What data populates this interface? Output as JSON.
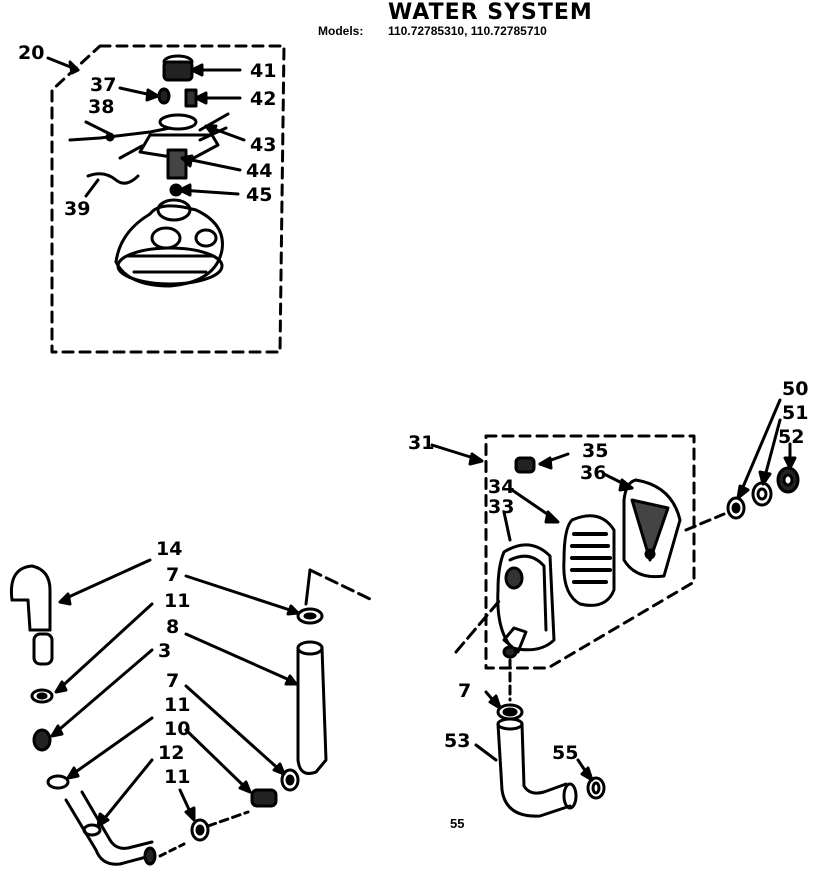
{
  "header": {
    "title": "WATER SYSTEM",
    "models_label": "Models:",
    "models_value": "110.72785310, 110.72785710"
  },
  "callouts": {
    "c20": "20",
    "c37": "37",
    "c38": "38",
    "c41": "41",
    "c42": "42",
    "c43": "43",
    "c44": "44",
    "c45": "45",
    "c39": "39",
    "c14": "14",
    "c7a": "7",
    "c11a": "11",
    "c8": "8",
    "c3": "3",
    "c7b": "7",
    "c11b": "11",
    "c10": "10",
    "c12": "12",
    "c11c": "11",
    "c31": "31",
    "c35": "35",
    "c36": "36",
    "c34": "34",
    "c33": "33",
    "c50": "50",
    "c51": "51",
    "c52": "52",
    "c7c": "7",
    "c53": "53",
    "c55": "55"
  },
  "page_number": "55"
}
